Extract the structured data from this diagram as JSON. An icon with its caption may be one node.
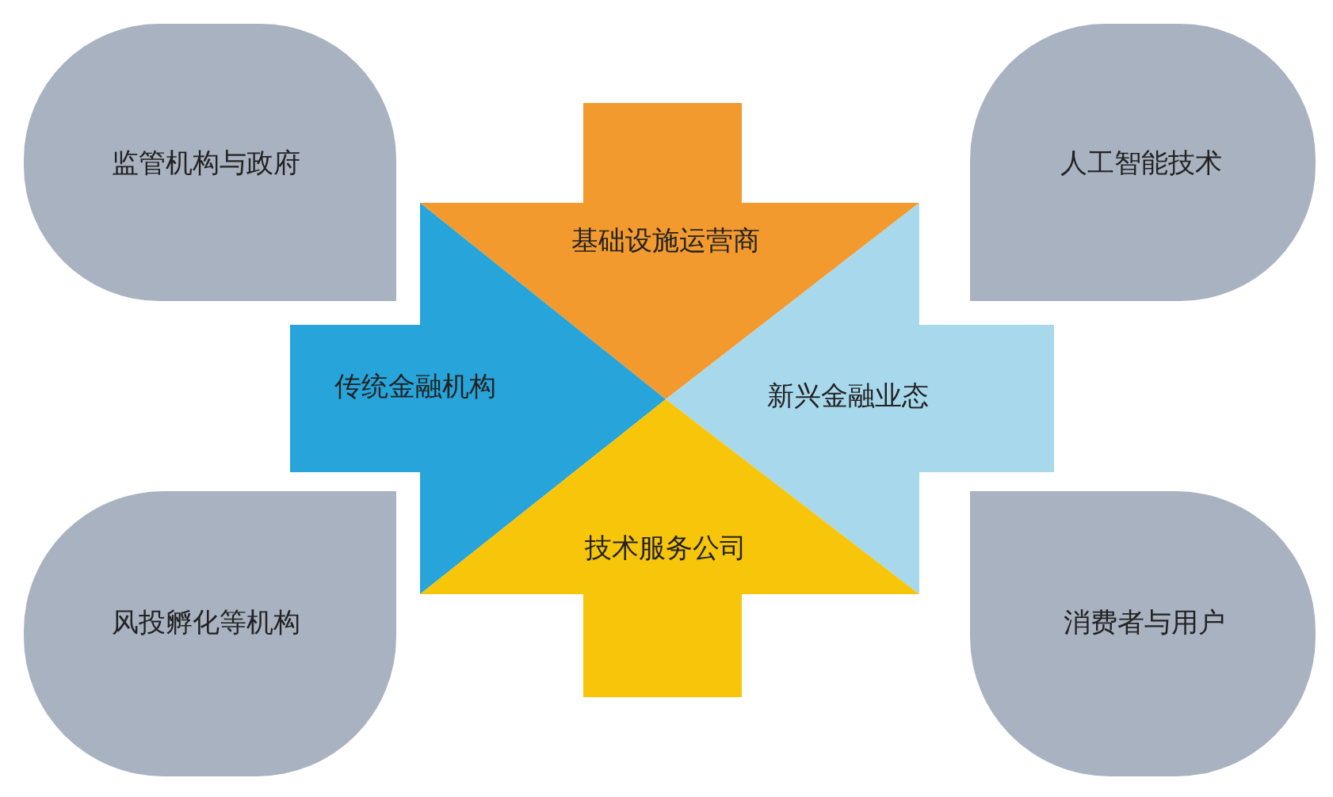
{
  "diagram": {
    "nodes": [
      {
        "text": [
          "监管机构与政府"
        ]
      },
      {
        "text": [
          "人工智能技术"
        ]
      },
      {
        "text": [
          "基础设施运营商"
        ]
      },
      {
        "text": [
          "传统金融机构"
        ]
      },
      {
        "text": [
          "新兴金融业态"
        ]
      },
      {
        "text": [
          "技术服务公司"
        ]
      },
      {
        "text": [
          "风投孵化等机构"
        ]
      },
      {
        "text": [
          "消费者与用户"
        ]
      }
    ]
  }
}
